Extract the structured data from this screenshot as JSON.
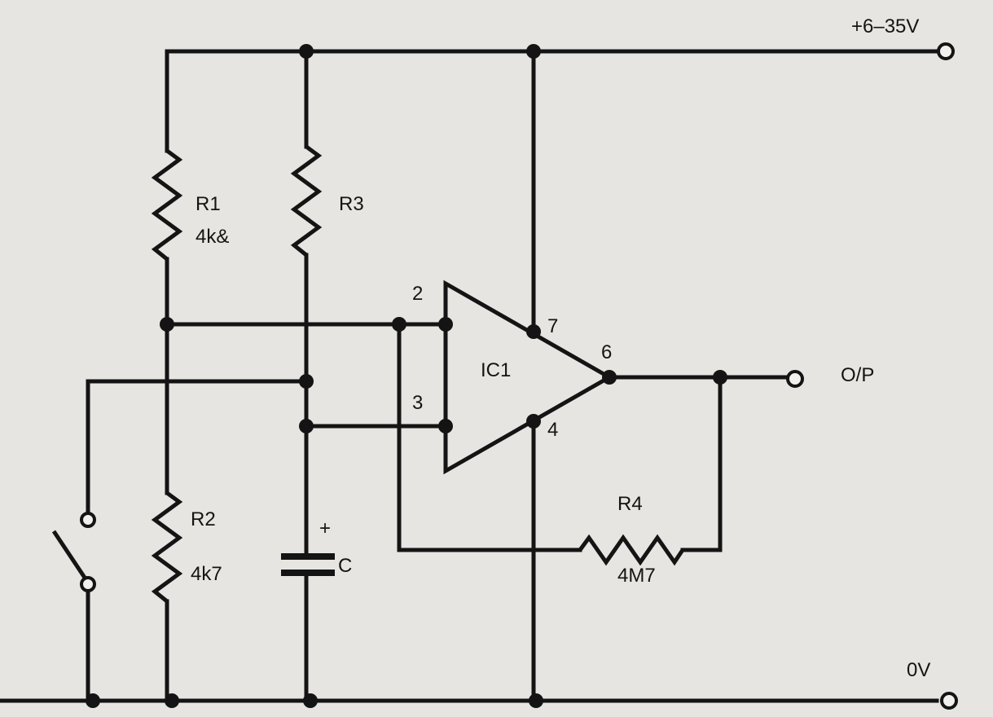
{
  "rails": {
    "supply_label": "+6–35V",
    "ground_label": "0V",
    "output_label": "O/P"
  },
  "components": {
    "r1": {
      "name": "R1",
      "value": "4k&"
    },
    "r2": {
      "name": "R2",
      "value": "4k7"
    },
    "r3": {
      "name": "R3"
    },
    "r4": {
      "name": "R4",
      "value": "4M7"
    },
    "capacitor": {
      "name": "C",
      "polarity": "+"
    },
    "ic": {
      "name": "IC1"
    }
  },
  "pins": {
    "p2": "2",
    "p3": "3",
    "p4": "4",
    "p6": "6",
    "p7": "7"
  },
  "colors": {
    "background": "#e7e5e1",
    "ink": "#141414"
  }
}
